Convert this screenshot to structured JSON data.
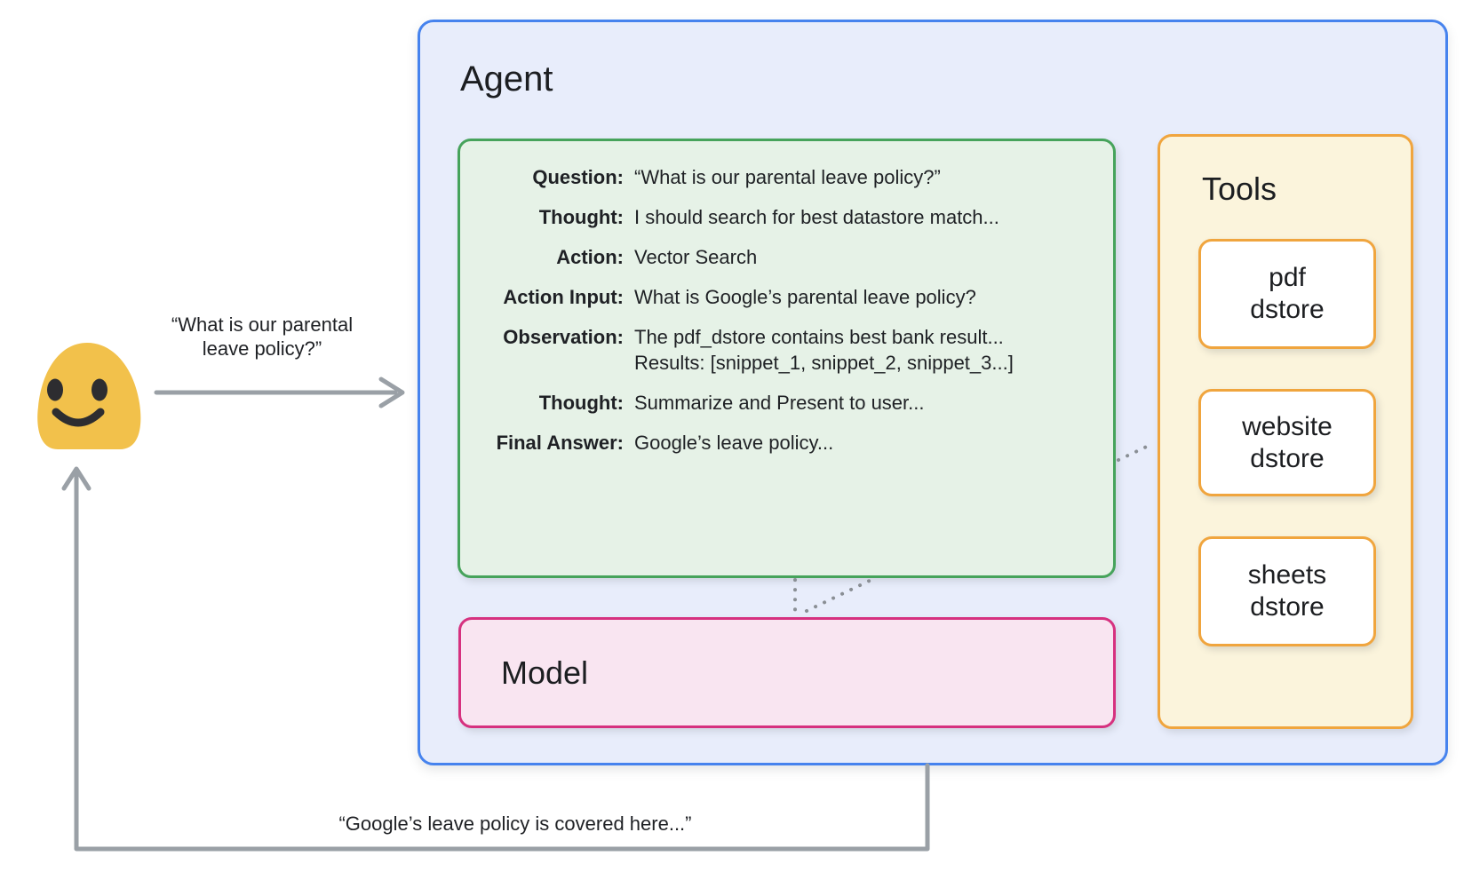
{
  "labels": {
    "request": "“What is our parental leave policy?”",
    "response": "“Google’s leave policy is covered here...”"
  },
  "user": {
    "icon": "blob-smiley-emoji"
  },
  "agent": {
    "title": "Agent",
    "scratchpad": {
      "rows": [
        {
          "label": "Question:",
          "value": "“What is our parental leave policy?”"
        },
        {
          "label": "Thought:",
          "value": "I should search for best datastore match..."
        },
        {
          "label": "Action:",
          "value": "Vector Search"
        },
        {
          "label": "Action Input:",
          "value": "What is Google’s parental leave policy?"
        },
        {
          "label": "Observation:",
          "value": "The pdf_dstore contains best bank result...",
          "value2": "Results: [snippet_1, snippet_2, snippet_3...]"
        },
        {
          "label": "Thought:",
          "value": "Summarize and Present to user..."
        },
        {
          "label": "Final Answer:",
          "value": "Google’s leave policy..."
        }
      ]
    },
    "model": {
      "title": "Model"
    },
    "tools": {
      "title": "Tools",
      "items": [
        {
          "line1": "pdf",
          "line2": "dstore"
        },
        {
          "line1": "website",
          "line2": "dstore"
        },
        {
          "line1": "sheets",
          "line2": "dstore"
        }
      ]
    }
  },
  "colors": {
    "agent_border": "#4683ee",
    "agent_fill": "#e8edfb",
    "scratchpad_border": "#46a35b",
    "scratchpad_fill": "#e6f2e7",
    "model_border": "#d6317f",
    "model_fill": "#f9e5f1",
    "tools_border": "#f0a53e",
    "tools_fill": "#fbf4dc",
    "arrow_gray": "#9aa0a6",
    "dotted_gray": "#8a8f95",
    "emoji_yellow": "#f2c14b",
    "text": "#1f2125"
  }
}
